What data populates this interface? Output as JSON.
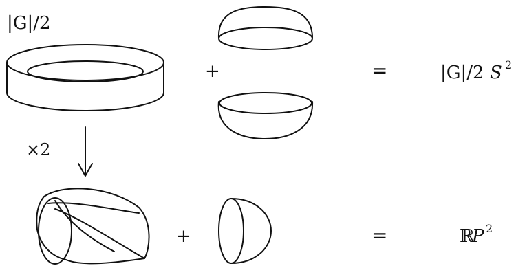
{
  "top_row": {
    "multiplicity_label": "|G|/2",
    "plus": "+",
    "equals": "=",
    "result_prefix": "|G|/2",
    "result_S": "S",
    "result_exp": "2"
  },
  "arrow": {
    "label": "×2"
  },
  "bottom_row": {
    "plus": "+",
    "equals": "=",
    "result_R": "ℝ",
    "result_P": "P",
    "result_exp": "2"
  }
}
